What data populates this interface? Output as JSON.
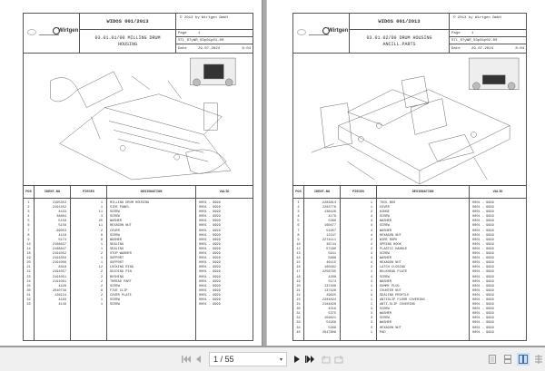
{
  "viewer": {
    "pages": [
      {
        "header": {
          "brand": "Wirtgen",
          "catalog": "WIDOS 001/2013",
          "copyright": "© 2013 by Wirtgen GmbH",
          "title_line1": "03.01.01/00 MILLING DRUM",
          "title_line2": "HOUSING",
          "page_label": "Page",
          "page_value": "1",
          "doc_code": "STL_07yWR_03p01p01-00",
          "date_label": "Date",
          "date_value": "29.07.2024",
          "time_value": "8:04"
        },
        "table": {
          "headers": {
            "pos": "POS",
            "ident": "IDENT-NO",
            "pieces": "PIECES",
            "designation": "DESIGNATION",
            "valid": "VALID"
          },
          "rows": {
            "pos": "1\n2\n3\n4\n5\n6\n7\n8\n9\n13\n14\n18\n19\n20\n21\n22\n23\n24\n25\n30\n31\n32\n33",
            "ident": "2195353\n2191452\n4433\n38864\n5158\n5156\n99053\n4118\n5174\n2188837\n2188847\n2191052\n2191059\n2191008\n8318\n2191057\n2191051\n2191061\n4426\n2040739\n126124\n4183\n4149",
            "pieces": "1\n1\n11\n3\n25\n11\n2\n8\n8\n1\n1\n2\n1\n1\n12\n2\n2\n2\n2\n8\n2\n1\n1",
            "designation": "MILLING DRUM HOUSING\nSIDE PANEL\nSCREW\nSCREW\nWASHER\nHEXAGON NUT\nCOVER\nSCREW\nWASHER\nSEALING\nSEALING\nSTOP WASHER\nSUPPORT\nSUPPORT\nLOCKING RING\nGUIDING PIN\nBUSHING\nTHREAD PART\nSCREW\nFIVE CLIP\nCOVER PLATE\nSCREW\nSCREW",
            "valid": "0001 - 9999\n0001 - 9999\n0001 - 9999\n0001 - 9999\n0001 - 9999\n0001 - 9999\n0001 - 9999\n0001 - 9999\n0001 - 9999\n0001 - 9999\n0001 - 9999\n0001 - 9999\n0001 - 9999\n0001 - 9999\n0001 - 9999\n0001 - 9999\n0001 - 9999\n0001 - 9999\n0001 - 9999\n0001 - 9999\n0001 - 9999\n0001 - 9999\n0001 - 9999"
          }
        }
      },
      {
        "header": {
          "brand": "Wirtgen",
          "catalog": "WIDOS 001/2013",
          "copyright": "© 2013 by Wirtgen GmbH",
          "title_line1": "03.01.02/00 DRUM HOUSING",
          "title_line2": "ANCILL.PARTS",
          "page_label": "Page",
          "page_value": "1",
          "doc_code": "STL_07yWR_03p01p02-00",
          "date_label": "Date",
          "date_value": "29.07.2024",
          "time_value": "8:04"
        },
        "table": {
          "headers": {
            "pos": "POS",
            "ident": "IDENT-NO",
            "pieces": "PIECES",
            "designation": "DESIGNATION",
            "valid": "VALID"
          },
          "rows": {
            "pos": "1\n2\n3\n4\n5\n6\n7\n8\n9\n10\n12\n13\n14\n15\n16\n17\n18\n19\n20\n21\n22\n23\n24\n30\n31\n32\n33\n34\n40",
            "ident": "2283814\n2283778\n138426\n4178\n5386\n160477\n51957\n12247\n2274111\n38744\n57480\n5941\n5888\n46115\n160462\n2256765\n4208\n5174\n137408\n137428\n29625\n2284824\n2184828\n4219\n5375\n159621\n51958\n5268\n2047808",
            "pieces": "1\n1\n2\n4\n4\n4\n4\n4\n2\n4\n2\n4\n4\n4\n2\n1\n4\n4\n1\n1\n3\n1\n1\n3\n3\n3\n3\n3\n1",
            "designation": "TOOL BOX\nCOVER\nHINGE\nSCREW\nWASHER\nSCREW\nWASHER\nHEXAGON NUT\nWIRE ROPE\nSPRING HOOK\nPLASTIC HANDLE\nSCREW\nWASHER\nHEXAGON NUT\nLATCH CLOSING\nBULKHEAD PLATE\nSCREW\nWASHER\nDUMMY PLUG\nCOUNTER NUT\nSEALING PROFILE\nANTISLIP FLOOR COVERING\nANTI-SLIP COVERING\nSCREW\nWASHER\nSCREW\nWASHER\nHEXAGON NUT\nPAD",
            "valid": "0001 - 9999\n0001 - 9999\n0001 - 9999\n0001 - 9999\n0001 - 9999\n0001 - 9999\n0001 - 9999\n0001 - 9999\n0001 - 9999\n0001 - 9999\n0001 - 9999\n0001 - 9999\n0001 - 9999\n0001 - 9999\n0001 - 9999\n0001 - 9999\n0001 - 9999\n0001 - 9999\n0001 - 9999\n0001 - 9999\n0001 - 9999\n0001 - 9999\n0001 - 9999\n0001 - 9999\n0001 - 9999\n0001 - 9999\n0001 - 9999\n0001 - 9999\n0001 - 9999"
          }
        }
      }
    ]
  },
  "toolbar": {
    "first_page_icon": "⏮",
    "prev_page_icon": "◀",
    "page_indicator": "1 / 55",
    "dropdown_icon": "▾",
    "next_page_icon": "▶",
    "last_page_icon": "⏭",
    "view_modes": [
      "single-page",
      "continuous",
      "two-page",
      "two-page-continuous"
    ],
    "active_view_mode": "two-page"
  }
}
